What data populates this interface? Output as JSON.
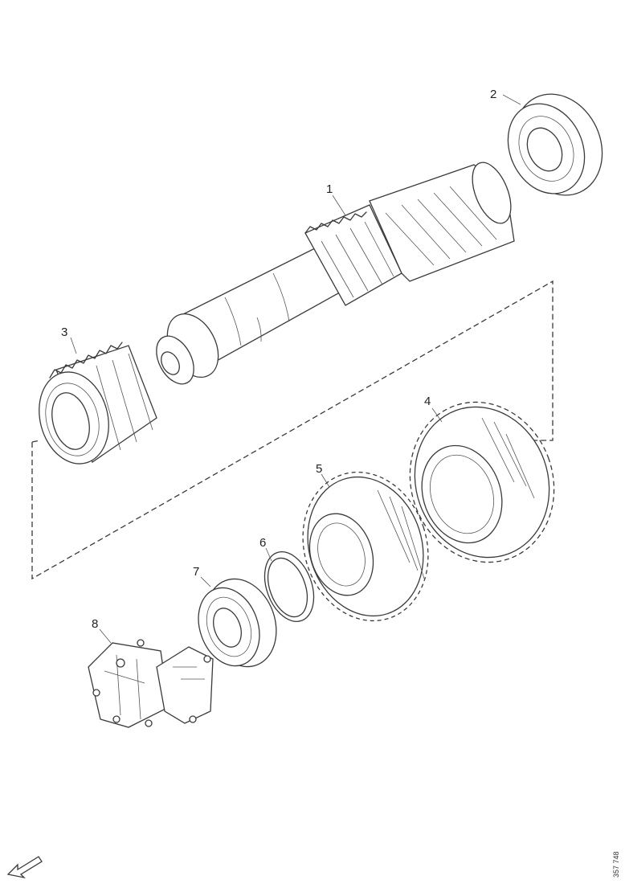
{
  "diagram": {
    "callouts": [
      "1",
      "2",
      "3",
      "4",
      "5",
      "6",
      "7",
      "8"
    ],
    "reference_number": "357 748",
    "orientation_icon": "arrow-icon"
  }
}
